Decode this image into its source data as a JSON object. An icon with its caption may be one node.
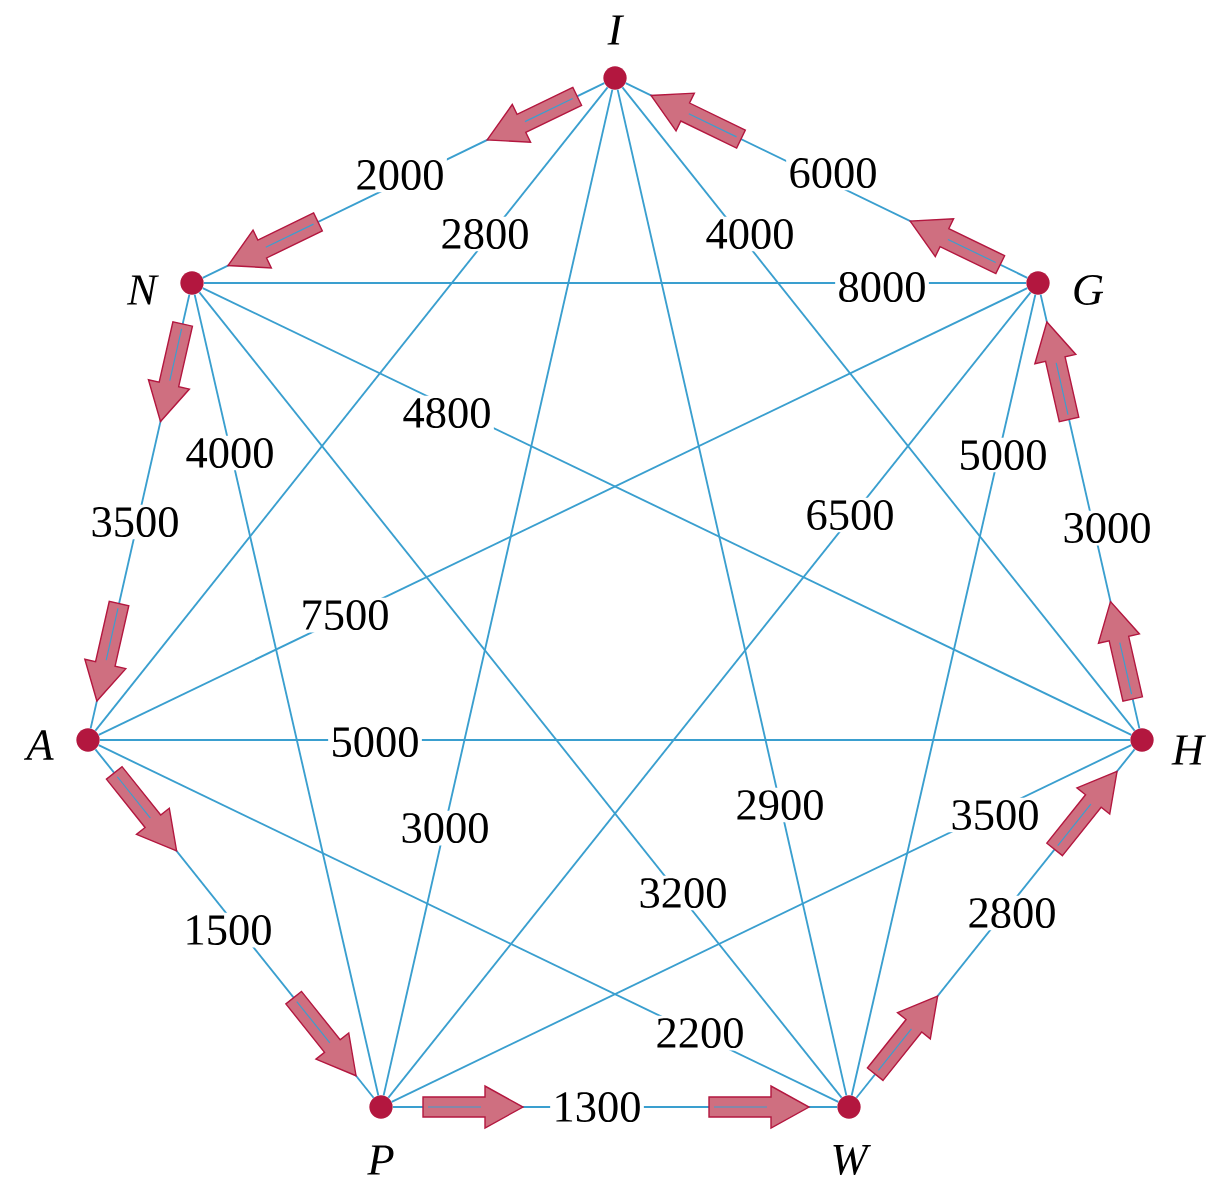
{
  "diagram": {
    "nodes": [
      {
        "text": [
          "I"
        ]
      },
      {
        "text": [
          "N"
        ]
      },
      {
        "text": [
          "G"
        ]
      },
      {
        "text": [
          "A"
        ]
      },
      {
        "text": [
          "H"
        ]
      },
      {
        "text": [
          "P"
        ]
      },
      {
        "text": [
          "W"
        ]
      }
    ],
    "edges": [
      {
        "from": 0,
        "to": 1,
        "arrow": "none",
        "label": "2000"
      },
      {
        "from": 1,
        "to": 3,
        "arrow": "none",
        "label": "3500"
      },
      {
        "from": 3,
        "to": 5,
        "arrow": "none",
        "label": "1500"
      },
      {
        "from": 5,
        "to": 6,
        "arrow": "none",
        "label": "1300"
      },
      {
        "from": 6,
        "to": 4,
        "arrow": "none",
        "label": "2800"
      },
      {
        "from": 4,
        "to": 2,
        "arrow": "none",
        "label": "3000"
      },
      {
        "from": 2,
        "to": 0,
        "arrow": "none",
        "label": "6000"
      },
      {
        "from": 0,
        "to": 3,
        "arrow": "none",
        "label": "2800"
      },
      {
        "from": 0,
        "to": 4,
        "arrow": "none",
        "label": "4000"
      },
      {
        "from": 1,
        "to": 2,
        "arrow": "none",
        "label": "8000"
      },
      {
        "from": 1,
        "to": 5,
        "arrow": "none",
        "label": "4000"
      },
      {
        "from": 1,
        "to": 4,
        "arrow": "none",
        "label": "4800"
      },
      {
        "from": 2,
        "to": 6,
        "arrow": "none",
        "label": "5000"
      },
      {
        "from": 2,
        "to": 3,
        "arrow": "none",
        "label": "7500"
      },
      {
        "from": 2,
        "to": 5,
        "arrow": "none",
        "label": "6500"
      },
      {
        "from": 3,
        "to": 4,
        "arrow": "none",
        "label": "5000"
      },
      {
        "from": 0,
        "to": 5,
        "arrow": "none",
        "label": "3000"
      },
      {
        "from": 0,
        "to": 6,
        "arrow": "none",
        "label": "2900"
      },
      {
        "from": 1,
        "to": 6,
        "arrow": "none",
        "label": "3200"
      },
      {
        "from": 5,
        "to": 4,
        "arrow": "none",
        "label": "3500"
      },
      {
        "from": 3,
        "to": 6,
        "arrow": "none",
        "label": "2200"
      }
    ]
  }
}
